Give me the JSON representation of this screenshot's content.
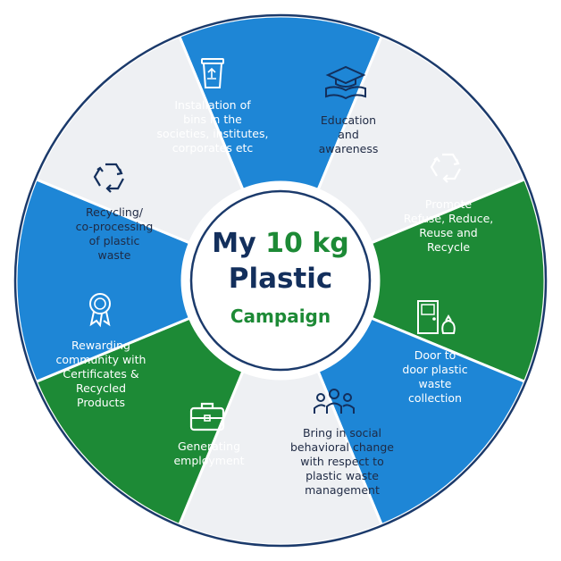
{
  "center": {
    "line1_prefix": "My",
    "line1_highlight": "10 kg",
    "line2": "Plastic",
    "line3": "Campaign"
  },
  "colors": {
    "blue": "#1e86d6",
    "green": "#1d8a36",
    "light": "#eef0f3",
    "navy": "#132f5c",
    "border": "#1b3a6b"
  },
  "segments": [
    {
      "label": [
        "Installation of",
        "bins in the",
        "societies, institutes,",
        "corporates etc"
      ],
      "icon": "recycle-bin-icon",
      "fill": "blue"
    },
    {
      "label": [
        "Education",
        "and",
        "awareness"
      ],
      "icon": "graduation-cap-book-icon",
      "fill": "light"
    },
    {
      "label": [
        "Promote",
        "Refuse, Reduce,",
        "Reuse and",
        "Recycle"
      ],
      "icon": "recycle-arrows-icon",
      "fill": "green"
    },
    {
      "label": [
        "Door to",
        "door plastic",
        "waste",
        "collection"
      ],
      "icon": "door-garbage-bag-icon",
      "fill": "blue"
    },
    {
      "label": [
        "Bring in social",
        "behavioral change",
        "with respect to",
        "plastic waste",
        "management"
      ],
      "icon": "people-group-icon",
      "fill": "light"
    },
    {
      "label": [
        "Generating",
        "employment"
      ],
      "icon": "briefcase-icon",
      "fill": "green"
    },
    {
      "label": [
        "Rewarding",
        "community with",
        "Certificates &",
        "Recycled",
        "Products"
      ],
      "icon": "award-ribbon-icon",
      "fill": "blue"
    },
    {
      "label": [
        "Recycling/",
        "co-processing",
        "of plastic",
        "waste"
      ],
      "icon": "recycle-arrows-icon",
      "fill": "light"
    }
  ]
}
